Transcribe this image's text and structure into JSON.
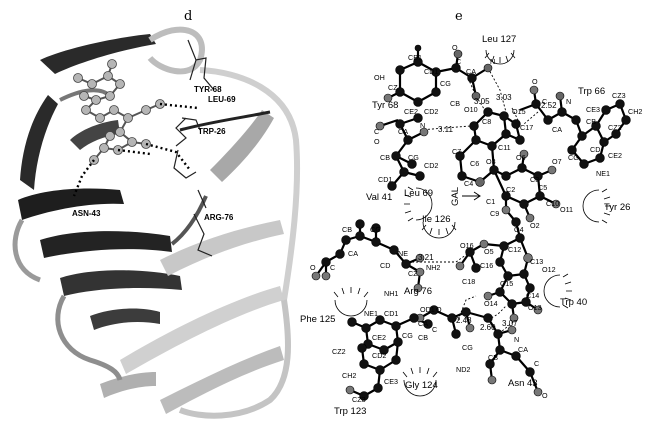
{
  "panel_d": {
    "letter": "d",
    "residue_labels": [
      "TYR-68",
      "LEU-69",
      "TRP-26",
      "ASN-43",
      "ARG-76"
    ]
  },
  "panel_e": {
    "letter": "e",
    "bonded_residues": [
      "Tyr 68",
      "Leu 69",
      "Trp 66",
      "Arg 76",
      "Asn 43",
      "Trp 123"
    ],
    "hydrophobic_residues": [
      "Leu 127",
      "Val 41",
      "Ile 126",
      "Tyr 26",
      "Trp 40",
      "Phe 125",
      "Gly 124"
    ],
    "ligand_label": "GAL",
    "distances": [
      "3.05",
      "3.03",
      "2.52",
      "3.11",
      "3.21",
      "2.48",
      "2.60",
      "3.07"
    ],
    "atom_labels": {
      "tyr68": [
        "CB1",
        "CD1",
        "OH",
        "CZ",
        "CG",
        "CE2",
        "CD2",
        "CB",
        "CA",
        "N",
        "O",
        "C"
      ],
      "leu69": [
        "C",
        "O",
        "CA",
        "N",
        "CB",
        "CG",
        "CD1",
        "CD2"
      ],
      "trp66": [
        "O",
        "C",
        "N",
        "CA",
        "CB",
        "CG",
        "CD",
        "CE3",
        "CZ3",
        "CH2",
        "CZ2",
        "CE2",
        "NE1"
      ],
      "ligand": [
        "O10",
        "O15",
        "C8",
        "C17",
        "C11",
        "C7",
        "C6",
        "O3",
        "C4",
        "O6",
        "C3",
        "O7",
        "C2",
        "C5",
        "C10",
        "C1",
        "C9",
        "O2",
        "O11",
        "O4",
        "O16",
        "O5",
        "C12",
        "C16",
        "C13",
        "C18",
        "C15",
        "C14",
        "O13",
        "O14",
        "O12"
      ],
      "arg76": [
        "CB",
        "CG",
        "CA",
        "CD",
        "NE",
        "CZ",
        "NH2",
        "NH1",
        "C",
        "O"
      ],
      "asn43": [
        "OD1",
        "CG",
        "ND2",
        "CB",
        "CA",
        "N",
        "C",
        "O"
      ],
      "trp123": [
        "NE1",
        "CD1",
        "CE2",
        "CG",
        "CZ2",
        "CD2",
        "CH2",
        "CE3",
        "CZ3",
        "CB",
        "CA",
        "C",
        "O"
      ]
    }
  },
  "colors": {
    "ink": "#000000",
    "atom_dark": "#111111",
    "atom_mid": "#666666",
    "atom_light": "#bbbbbb",
    "ribbon_dark": "#2a2a2a",
    "ribbon_light": "#c8c8c8"
  }
}
